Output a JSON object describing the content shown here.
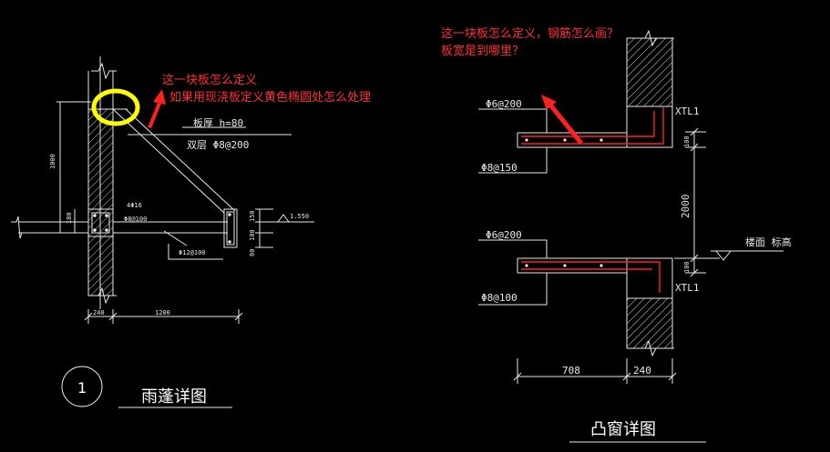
{
  "annotations": {
    "left_question": "这一块板怎么定义",
    "left_question_2": "如果用现浇板定义黄色椭圆处怎么处理",
    "right_question": "这一块板怎么定义，钢筋怎么画？",
    "right_question_2": "板宽是到哪里？"
  },
  "canopy": {
    "slab_thickness": "板厚 h=80",
    "double_layer": "双层 Φ8@200",
    "height_dim": "1000",
    "beam_top": "4Φ16",
    "beam_stirrup": "Φ8@100",
    "bottom_bar": "Φ12@100",
    "dim_180": "180",
    "dim_150": "150",
    "dim_100": "100",
    "dim_80": "80",
    "elev": "1.550",
    "width_240": "240",
    "width_1200": "1200",
    "detail_number": "1",
    "title": "雨蓬详图"
  },
  "bay_window": {
    "top_rebar_1": "Φ6@200",
    "bottom_rebar_1": "Φ8@150",
    "top_rebar_2": "Φ6@200",
    "bottom_rebar_2": "Φ8@100",
    "lintel_1": "XTL1",
    "lintel_2": "XTL1",
    "dim_100_top": "100",
    "dim_2000": "2000",
    "dim_100_bot": "100",
    "floor_elev": "楼面 标高",
    "width_708": "708",
    "width_240": "240",
    "title": "凸窗详图"
  },
  "colors": {
    "background": "#000000",
    "line": "#e8e8e8",
    "annotation": "#ff3030",
    "highlight": "#ffff00",
    "rebar": "#ff2020"
  }
}
